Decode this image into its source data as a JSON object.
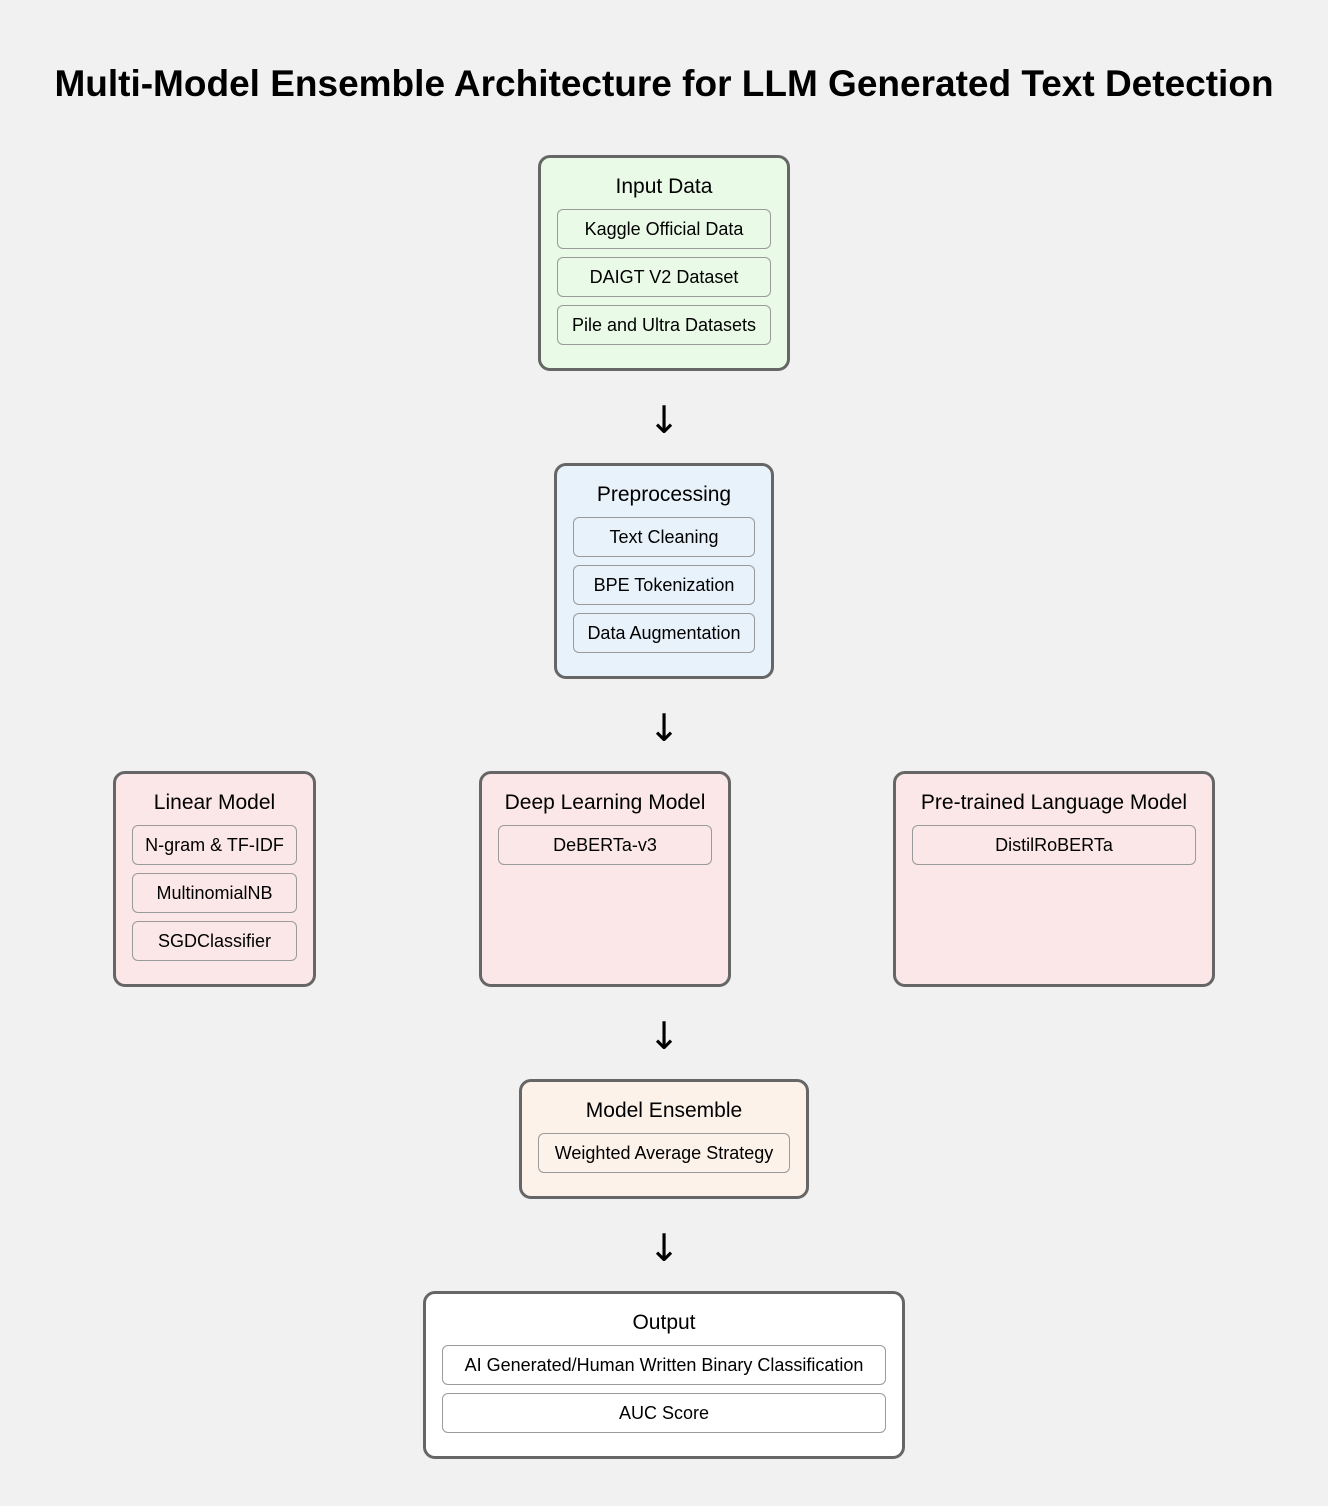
{
  "title": "Multi-Model Ensemble Architecture for LLM Generated Text Detection",
  "arrow_glyph": "↓",
  "input": {
    "title": "Input Data",
    "items": [
      "Kaggle Official Data",
      "DAIGT V2 Dataset",
      "Pile and Ultra Datasets"
    ],
    "color": "#e9fbe6"
  },
  "preprocessing": {
    "title": "Preprocessing",
    "items": [
      "Text Cleaning",
      "BPE Tokenization",
      "Data Augmentation"
    ],
    "color": "#e8f2fb"
  },
  "models": {
    "linear": {
      "title": "Linear Model",
      "items": [
        "N-gram & TF-IDF",
        "MultinomialNB",
        "SGDClassifier"
      ]
    },
    "deep": {
      "title": "Deep Learning Model",
      "items": [
        "DeBERTa-v3"
      ]
    },
    "pretrained": {
      "title": "Pre-trained Language Model",
      "items": [
        "DistilRoBERTa"
      ]
    },
    "color": "#fbe7e7"
  },
  "ensemble": {
    "title": "Model Ensemble",
    "items": [
      "Weighted Average Strategy"
    ],
    "color": "#fdf2e9"
  },
  "output": {
    "title": "Output",
    "items": [
      "AI Generated/Human Written Binary Classification",
      "AUC Score"
    ],
    "color": "#ffffff"
  }
}
